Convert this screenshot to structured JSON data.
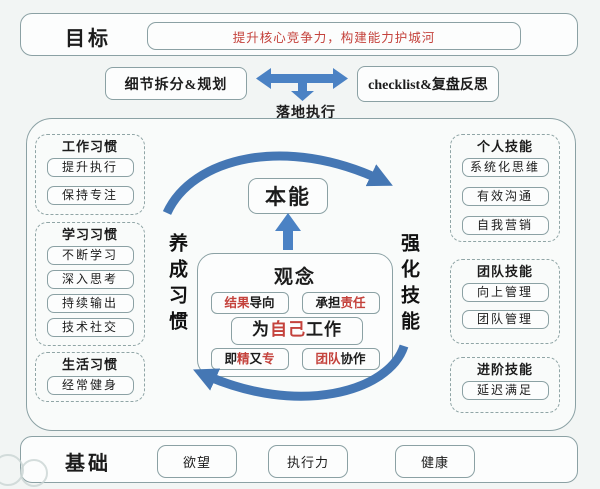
{
  "meta": {
    "accent_blue": "#4b80c0",
    "accent_red": "#c4423c",
    "border_color": "#8ba1a4",
    "background": "#f2f5f4"
  },
  "goal": {
    "label": "目标",
    "value": "提升核心竞争力，构建能力护城河"
  },
  "plan": {
    "left": "细节拆分&规划",
    "right": "checklist&复盘反思",
    "arrow_label": "落地执行",
    "two_way_arrow_icon": "double-headed-arrow",
    "down_arrow_icon": "down-arrow"
  },
  "habits": {
    "vertical_label": "养成习惯",
    "groups": [
      {
        "title": "工作习惯",
        "items": [
          "提升执行",
          "保持专注"
        ]
      },
      {
        "title": "学习习惯",
        "items": [
          "不断学习",
          "深入思考",
          "持续输出",
          "技术社交"
        ]
      },
      {
        "title": "生活习惯",
        "items": [
          "经常健身"
        ]
      }
    ]
  },
  "skills": {
    "vertical_label": "强化技能",
    "groups": [
      {
        "title": "个人技能",
        "items": [
          "系统化思维",
          "有效沟通",
          "自我营销"
        ]
      },
      {
        "title": "团队技能",
        "items": [
          "向上管理",
          "团队管理"
        ]
      },
      {
        "title": "进阶技能",
        "items": [
          "延迟满足"
        ]
      }
    ]
  },
  "core": {
    "instinct": "本能",
    "concept_title": "观念",
    "row1": [
      {
        "segments": [
          {
            "text": "结果",
            "red": true
          },
          {
            "text": "导向",
            "red": false
          }
        ]
      },
      {
        "segments": [
          {
            "text": "承担",
            "red": false
          },
          {
            "text": "责任",
            "red": true
          }
        ]
      }
    ],
    "main": {
      "segments": [
        {
          "text": "为",
          "red": false
        },
        {
          "text": "自己",
          "red": true
        },
        {
          "text": "工作",
          "red": false
        }
      ]
    },
    "row3": [
      {
        "segments": [
          {
            "text": "即",
            "red": false
          },
          {
            "text": "精",
            "red": true
          },
          {
            "text": "又",
            "red": false
          },
          {
            "text": "专",
            "red": true
          }
        ]
      },
      {
        "segments": [
          {
            "text": "团队",
            "red": true
          },
          {
            "text": "协作",
            "red": false
          }
        ]
      }
    ]
  },
  "base": {
    "label": "基础",
    "items": [
      "欲望",
      "执行力",
      "健康"
    ]
  }
}
